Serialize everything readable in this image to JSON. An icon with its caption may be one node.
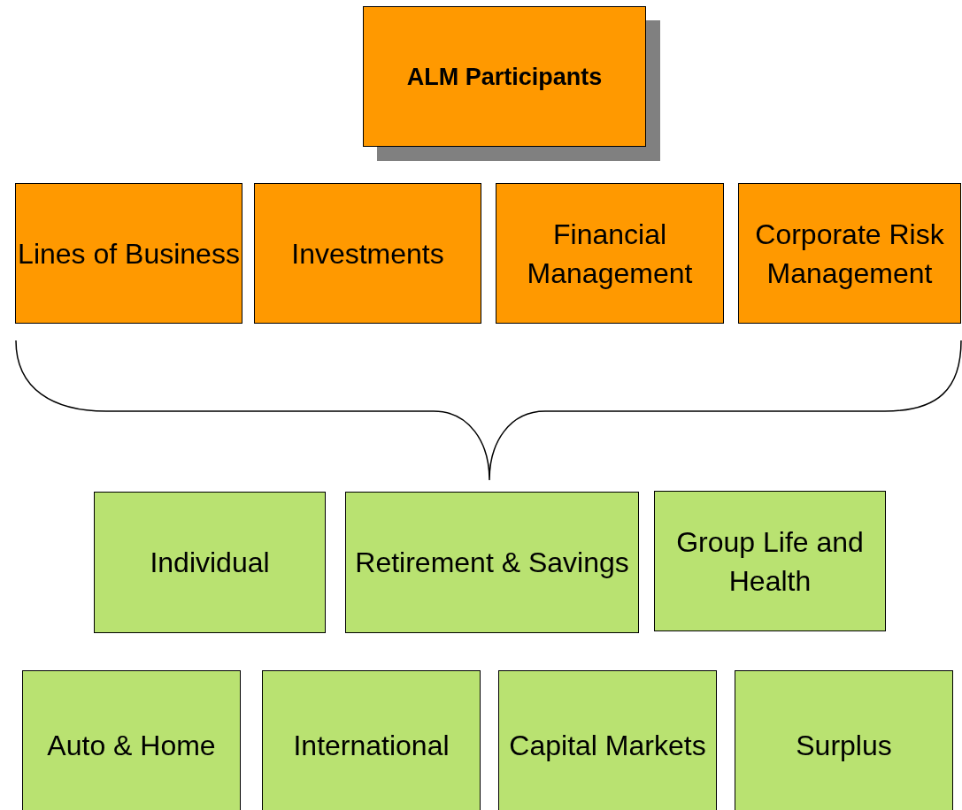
{
  "diagram": {
    "nodes": [
      {
        "text": [
          "ALM Participants"
        ]
      },
      {
        "text": [
          "Lines of Business"
        ]
      },
      {
        "text": [
          "Investments"
        ]
      },
      {
        "text": [
          "Financial Management"
        ]
      },
      {
        "text": [
          "Corporate Risk Management"
        ]
      },
      {
        "text": [
          "Individual"
        ]
      },
      {
        "text": [
          "Retirement & Savings"
        ]
      },
      {
        "text": [
          "Group Life and Health"
        ]
      },
      {
        "text": [
          "Auto & Home"
        ]
      },
      {
        "text": [
          "International"
        ]
      },
      {
        "text": [
          "Capital Markets"
        ]
      },
      {
        "text": [
          "Surplus"
        ]
      }
    ],
    "edges": []
  }
}
